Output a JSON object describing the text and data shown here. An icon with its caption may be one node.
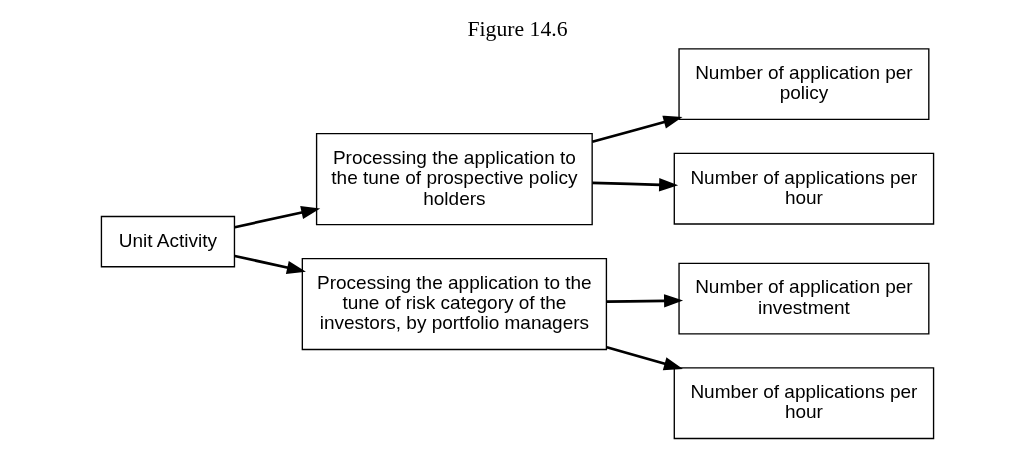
{
  "diagram": {
    "title": "Figure 14.6",
    "nodes": [
      {
        "text": [
          "Unit Activity"
        ]
      },
      {
        "text": [
          "Processing the application to the tune of prospective policy holders"
        ]
      },
      {
        "text": [
          "Processing the application to the tune of risk category of the investors, by portfolio managers"
        ]
      },
      {
        "text": [
          "Number of application per policy"
        ]
      },
      {
        "text": [
          "Number of applications per hour"
        ]
      },
      {
        "text": [
          "Number of application per investment"
        ]
      },
      {
        "text": [
          "Number of applications per hour"
        ]
      }
    ],
    "edges": [
      {
        "from": 0,
        "to": 1,
        "arrow": "to"
      },
      {
        "from": 0,
        "to": 2,
        "arrow": "to"
      },
      {
        "from": 1,
        "to": 3,
        "arrow": "to"
      },
      {
        "from": 1,
        "to": 4,
        "arrow": "to"
      },
      {
        "from": 2,
        "to": 5,
        "arrow": "to"
      },
      {
        "from": 2,
        "to": 6,
        "arrow": "to"
      }
    ]
  }
}
